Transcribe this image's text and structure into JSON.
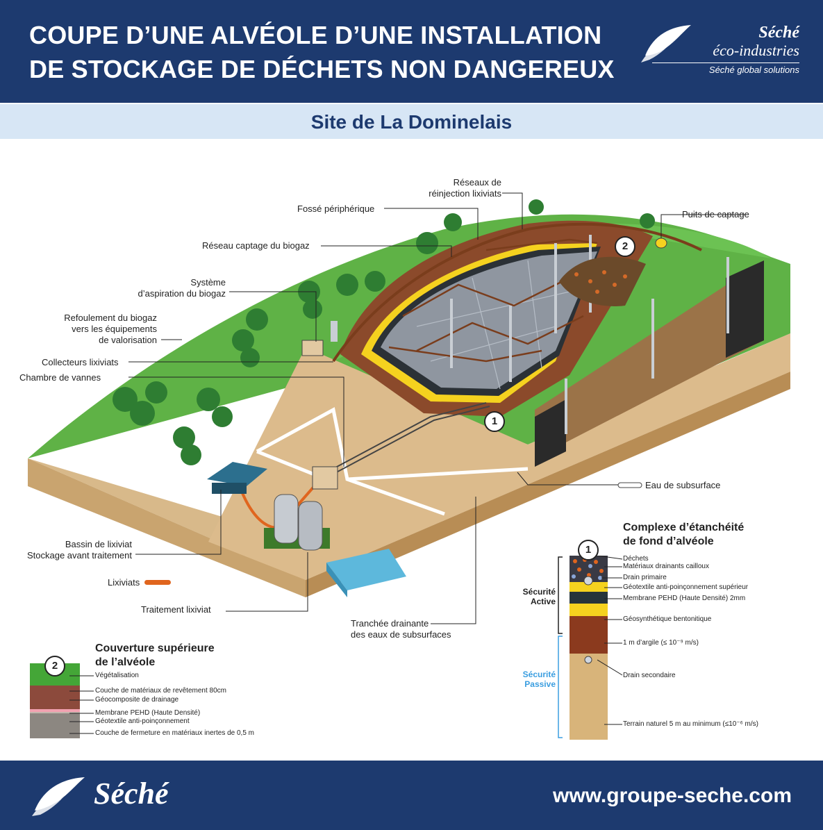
{
  "header": {
    "title_line1": "COUPE D’UNE ALVÉOLE D’UNE INSTALLATION",
    "title_line2": "DE STOCKAGE DE DÉCHETS NON DANGEREUX",
    "brand_name": "Séché",
    "brand_sub": "éco-industries",
    "brand_tagline": "Séché global solutions"
  },
  "subtitle": "Site de La Dominelais",
  "labels": {
    "reinjection": "Réseaux de\nréinjection lixiviats",
    "fosse": "Fossé périphérique",
    "puits": "Puits de captage",
    "reseau_biogaz": "Réseau captage du biogaz",
    "aspiration": "Système\nd’aspiration du biogaz",
    "refoulement": "Refoulement du biogaz\nvers les équipements\nde valorisation",
    "collecteurs": "Collecteurs lixiviats",
    "chambre": "Chambre de vannes",
    "eau_sub": "Eau de subsurface",
    "bassin": "Bassin de lixiviat\nStockage avant traitement",
    "lixiviats": "Lixiviats",
    "traitement": "Traitement lixiviat",
    "tranchee": "Tranchée drainante\ndes eaux de subsurfaces"
  },
  "markers": {
    "one": "1",
    "two": "2"
  },
  "cover_legend": {
    "title": "Couverture supérieure\nde l’alvéole",
    "marker": "2",
    "items": [
      "Végétalisation",
      "Couche de matériaux de revêtement 80cm",
      "Géocomposite de drainage",
      "Membrane PEHD (Haute Densité)",
      "Géotextile anti-poinçonnement",
      "Couche de fermeture en matériaux inertes de 0,5 m"
    ]
  },
  "seal_legend": {
    "title": "Complexe d’étanchéité\nde fond d’alvéole",
    "marker": "1",
    "active": "Sécurité\nActive",
    "passive": "Sécurité\nPassive",
    "items": [
      "Déchets",
      "Matériaux drainants cailloux",
      "Drain primaire",
      "Géotextile anti-poinçonnement supérieur",
      "Membrane PEHD (Haute Densité) 2mm",
      "Géosynthétique bentonitique",
      "1 m d’argile (≤ 10⁻⁹ m/s)",
      "Drain secondaire",
      "Terrain naturel 5 m au minimum (≤10⁻⁶ m/s)"
    ]
  },
  "footer": {
    "brand": "Séché",
    "url": "www.groupe-seche.com"
  },
  "colors": {
    "navy": "#1d3a6f",
    "light_blue": "#d7e6f5",
    "grass": "#5fb246",
    "clay": "#8b4a2b",
    "sand": "#d8b98a",
    "membrane": "#f5d21f",
    "leachate": "#e0651e",
    "passive_blue": "#3b9ee0"
  }
}
